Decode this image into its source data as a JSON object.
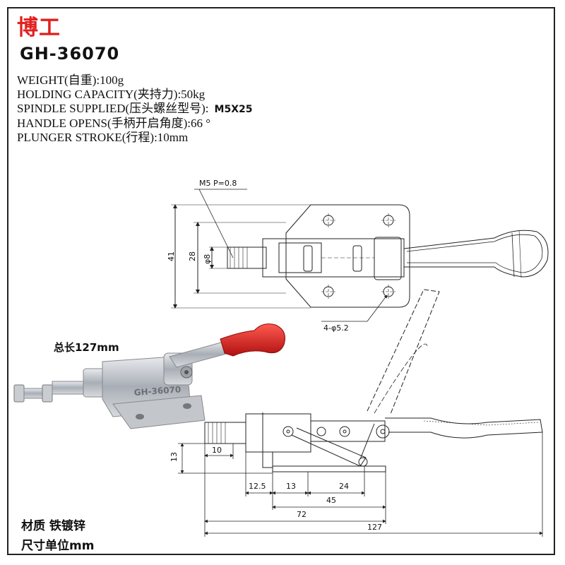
{
  "brand": {
    "name": "博工",
    "color": "#e0201e"
  },
  "model": "GH-36070",
  "specs": [
    {
      "text": "WEIGHT(自重):100g",
      "extra": ""
    },
    {
      "text": "HOLDING CAPACITY(夹持力):50kg",
      "extra": ""
    },
    {
      "text": "SPINDLE SUPPLIED(压头螺丝型号):",
      "extra": "M5X25"
    },
    {
      "text": "HANDLE OPENS(手柄开启角度):66 °",
      "extra": ""
    },
    {
      "text": "PLUNGER STROKE(行程):10mm",
      "extra": ""
    }
  ],
  "notes": {
    "total_length": "总长127mm",
    "material": "材质 铁镀锌",
    "unit": "尺寸单位mm"
  },
  "top_view_labels": {
    "thread": "M5 P=0.8",
    "h41": "41",
    "h28": "28",
    "phi8": "φ8",
    "holes": "4-φ5.2"
  },
  "side_view_labels": {
    "h13": "13",
    "d10": "10",
    "d12_5": "12.5",
    "d13": "13",
    "d24": "24",
    "d45": "45",
    "d72": "72",
    "d127": "127"
  },
  "photo_label": "GH-36070",
  "colors": {
    "handle_grip": "#d42020",
    "metal": "#b8bcc2",
    "line": "#222222"
  }
}
